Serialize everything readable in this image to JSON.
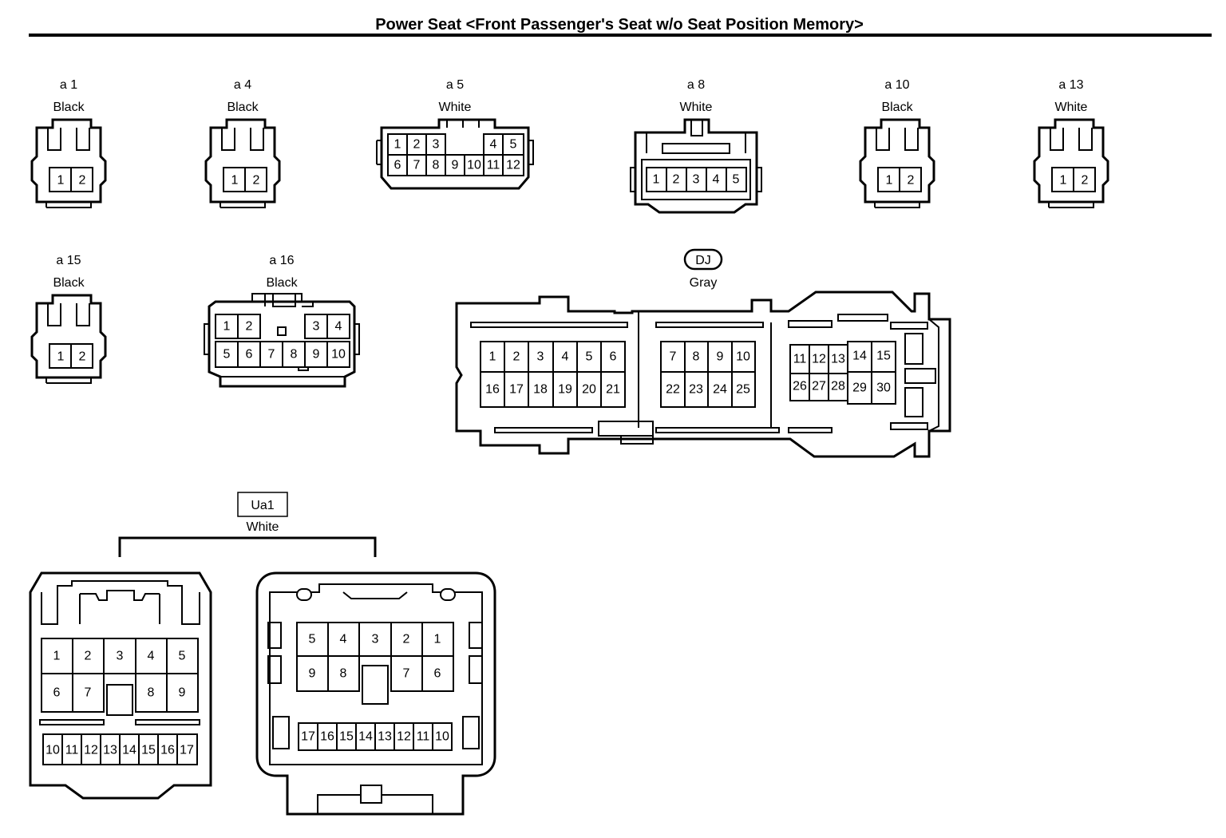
{
  "title": "Power Seat <Front Passenger's Seat w/o Seat Position Memory>",
  "connectors": {
    "a1": {
      "code": "a 1",
      "color": "Black",
      "pins": [
        "1",
        "2"
      ]
    },
    "a4": {
      "code": "a 4",
      "color": "Black",
      "pins": [
        "1",
        "2"
      ]
    },
    "a5": {
      "code": "a 5",
      "color": "White",
      "pins": [
        "1",
        "2",
        "3",
        "4",
        "5",
        "6",
        "7",
        "8",
        "9",
        "10",
        "11",
        "12"
      ]
    },
    "a8": {
      "code": "a 8",
      "color": "White",
      "pins": [
        "1",
        "2",
        "3",
        "4",
        "5"
      ]
    },
    "a10": {
      "code": "a 10",
      "color": "Black",
      "pins": [
        "1",
        "2"
      ]
    },
    "a13": {
      "code": "a 13",
      "color": "White",
      "pins": [
        "1",
        "2"
      ]
    },
    "a15": {
      "code": "a 15",
      "color": "Black",
      "pins": [
        "1",
        "2"
      ]
    },
    "a16": {
      "code": "a 16",
      "color": "Black",
      "pins": [
        "1",
        "2",
        "3",
        "4",
        "5",
        "6",
        "7",
        "8",
        "9",
        "10"
      ]
    },
    "dj": {
      "code": "DJ",
      "color": "Gray",
      "pins": [
        "1",
        "2",
        "3",
        "4",
        "5",
        "6",
        "7",
        "8",
        "9",
        "10",
        "11",
        "12",
        "13",
        "14",
        "15",
        "16",
        "17",
        "18",
        "19",
        "20",
        "21",
        "22",
        "23",
        "24",
        "25",
        "26",
        "27",
        "28",
        "29",
        "30"
      ]
    },
    "ua1": {
      "code": "Ua1",
      "color": "White",
      "left_pins": [
        "1",
        "2",
        "3",
        "4",
        "5",
        "6",
        "7",
        "8",
        "9",
        "10",
        "11",
        "12",
        "13",
        "14",
        "15",
        "16",
        "17"
      ],
      "right_pins": [
        "5",
        "4",
        "3",
        "2",
        "1",
        "9",
        "8",
        "7",
        "6",
        "17",
        "16",
        "15",
        "14",
        "13",
        "12",
        "11",
        "10"
      ]
    }
  }
}
